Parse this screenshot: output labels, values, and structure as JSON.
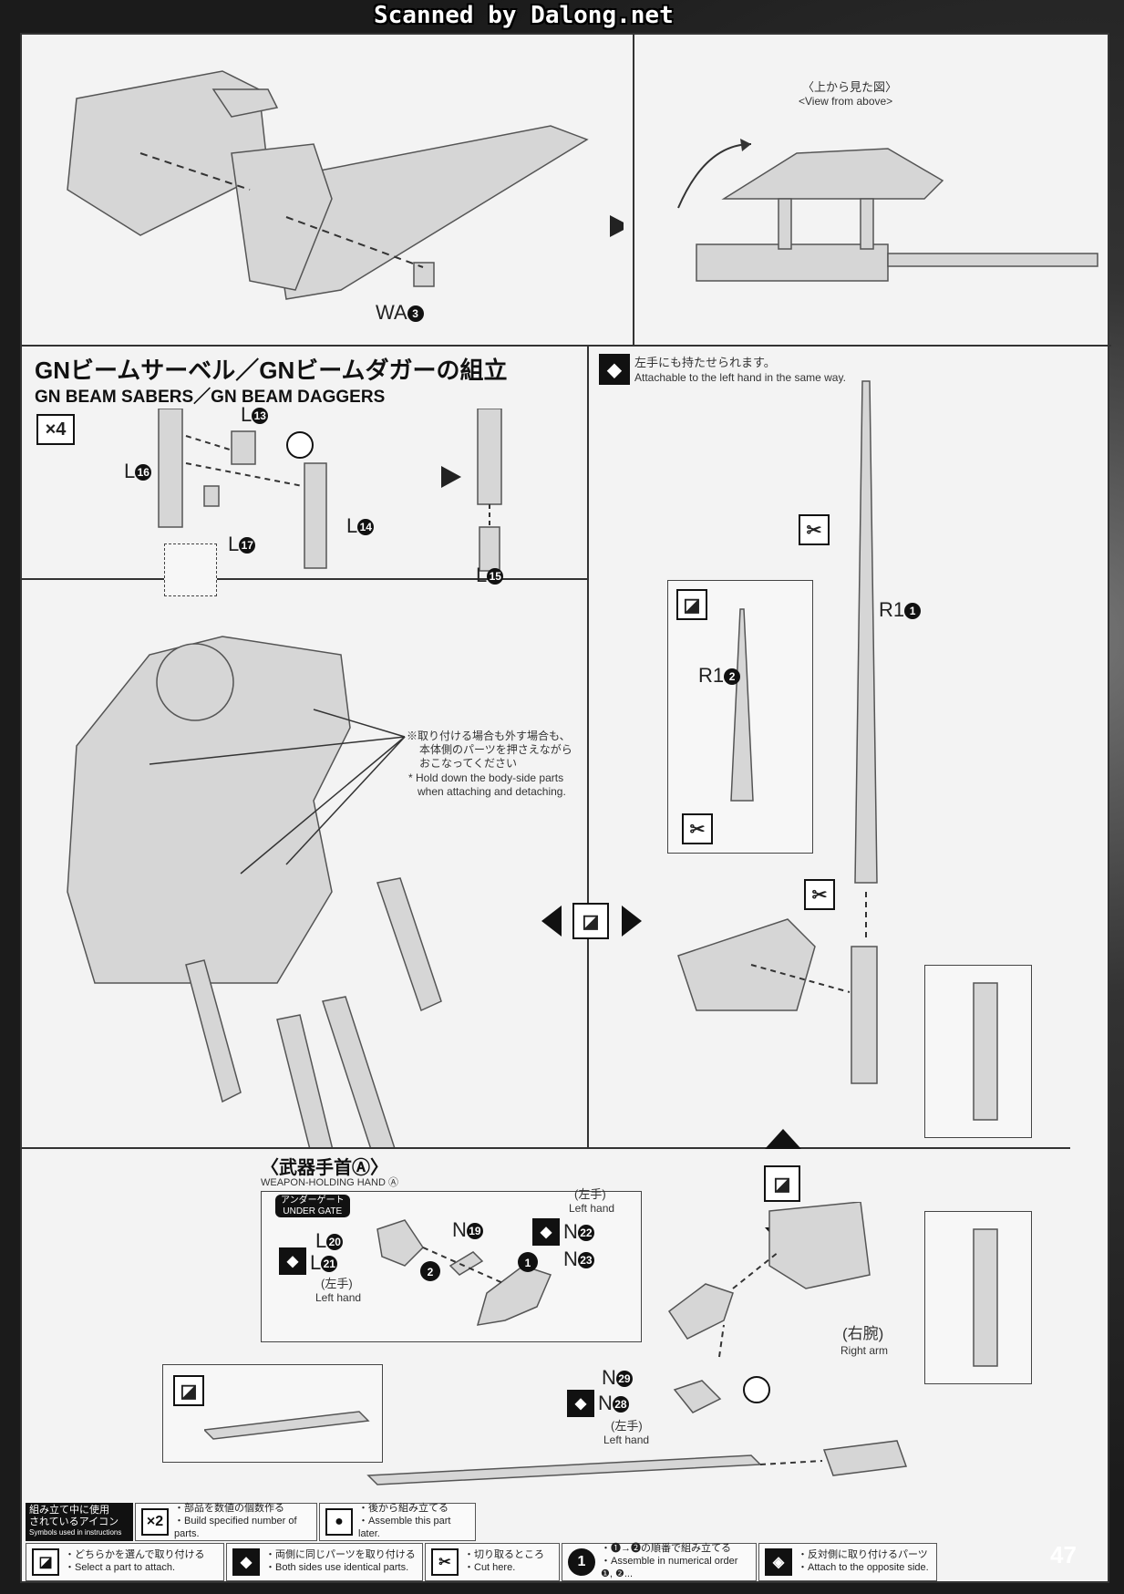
{
  "banner": "Scanned by Dalong.net",
  "top": {
    "view_jp": "〈上から見た図〉",
    "view_en": "<View from above>",
    "part_wa": "WA",
    "part_wa_num": "3"
  },
  "saber": {
    "title_jp": "GNビームサーベル／GNビームダガーの組立",
    "title_en": "GN BEAM SABERS／GN BEAM DAGGERS",
    "multiplier": "×4",
    "l13": "L",
    "l13n": "13",
    "l16": "L",
    "l16n": "16",
    "l14": "L",
    "l14n": "14",
    "l17": "L",
    "l17n": "17",
    "l15": "L",
    "l15n": "15"
  },
  "left_hand": {
    "jp": "左手にも持たせられます。",
    "en": "Attachable to the left hand in the same way.",
    "r1_1": "R1",
    "r1_1n": "1",
    "r1_2": "R1",
    "r1_2n": "2"
  },
  "note": {
    "jp1": "※取り付ける場合も外す場合も、",
    "jp2": "本体側のパーツを押さえながら",
    "jp3": "おこなってください",
    "en1": "* Hold down the body-side parts",
    "en2": "when attaching and detaching."
  },
  "weapon_hand": {
    "title_jp": "〈武器手首Ⓐ〉",
    "title_en": "WEAPON-HOLDING HAND Ⓐ",
    "under_gate_jp": "アンダーゲート",
    "under_gate_en": "UNDER GATE",
    "l20": "L",
    "l20n": "20",
    "l21": "L",
    "l21n": "21",
    "left_jp": "(左手)",
    "left_en": "Left hand",
    "n19": "N",
    "n19n": "19",
    "n22": "N",
    "n22n": "22",
    "n23": "N",
    "n23n": "23",
    "left2_jp": "(左手)",
    "left2_en": "Left hand",
    "right_arm_jp": "(右腕)",
    "right_arm_en": "Right arm",
    "n29": "N",
    "n29n": "29",
    "n28": "N",
    "n28n": "28",
    "left3_jp": "(左手)",
    "left3_en": "Left hand",
    "step1": "1",
    "step2": "2"
  },
  "legend": {
    "title_jp1": "組み立て中に使用",
    "title_jp2": "されているアイコン",
    "title_en": "Symbols used in instructions",
    "items": [
      {
        "icon": "×2",
        "jp": "・部品を数値の個数作る",
        "en": "・Build specified number of parts."
      },
      {
        "icon": "●",
        "jp": "・後から組み立てる",
        "en": "・Assemble this part later."
      },
      {
        "icon": "◪",
        "jp": "・どちらかを選んで取り付ける",
        "en": "・Select a part to attach."
      },
      {
        "icon": "◆",
        "jp": "・両側に同じパーツを取り付ける",
        "en": "・Both sides use identical parts."
      },
      {
        "icon": "✂",
        "jp": "・切り取るところ",
        "en": "・Cut here."
      },
      {
        "icon": "1",
        "jp": "・❶→❷の順番で組み立てる",
        "en": "・Assemble in numerical order ❶, ❷..."
      },
      {
        "icon": "◈",
        "jp": "・反対側に取り付けるパーツ",
        "en": "・Attach to the opposite side."
      }
    ]
  },
  "page_number": "47"
}
